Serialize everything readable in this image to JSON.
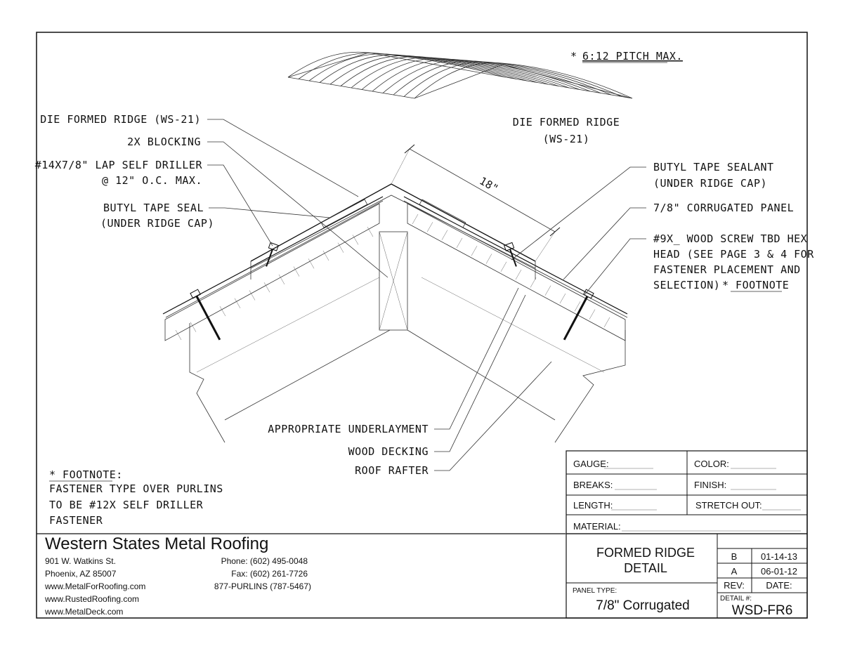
{
  "notes": {
    "pitch_note_star": "*",
    "pitch_note": "6:12 PITCH MAX.",
    "perspective_label_line1": "DIE FORMED RIDGE",
    "perspective_label_line2": "(WS-21)",
    "dimension": "18\""
  },
  "callouts_left": [
    {
      "text": "DIE FORMED RIDGE (WS-21)"
    },
    {
      "text": "2X BLOCKING"
    },
    {
      "text": "#14X7/8\" LAP SELF DRILLER"
    },
    {
      "text": "@ 12\" O.C. MAX."
    },
    {
      "text": "BUTYL TAPE SEAL"
    },
    {
      "text": "(UNDER RIDGE CAP)"
    }
  ],
  "callouts_right": [
    {
      "text": "BUTYL TAPE SEALANT"
    },
    {
      "text": "(UNDER RIDGE CAP)"
    },
    {
      "text": "7/8\" CORRUGATED PANEL"
    },
    {
      "text": "#9X_ WOOD SCREW TBD HEX"
    },
    {
      "text": "HEAD (SEE PAGE 3 & 4 FOR"
    },
    {
      "text": "FASTENER PLACEMENT AND"
    },
    {
      "text": "SELECTION)"
    },
    {
      "text": "* FOOTNOTE"
    }
  ],
  "callouts_bottom": [
    {
      "text": "APPROPRIATE UNDERLAYMENT"
    },
    {
      "text": "WOOD DECKING"
    },
    {
      "text": "ROOF RAFTER"
    }
  ],
  "footnote": {
    "title": "* FOOTNOTE:",
    "line1": "FASTENER TYPE OVER PURLINS",
    "line2": "TO BE #12X SELF DRILLER",
    "line3": "FASTENER"
  },
  "company": {
    "name": "Western States Metal Roofing",
    "address1": "901 W. Watkins St.",
    "address2": "Phoenix, AZ 85007",
    "web1": "www.MetalForRoofing.com",
    "web2": "www.RustedRoofing.com",
    "web3": "www.MetalDeck.com",
    "phone": "Phone: (602) 495-0048",
    "fax": "Fax: (602) 261-7726",
    "tollfree": "877-PURLINS (787-5467)"
  },
  "spec_table": {
    "gauge": "GAUGE:",
    "color": "COLOR:",
    "breaks": "BREAKS:",
    "finish": "FINISH:",
    "length": "LENGTH:",
    "stretch_out": "STRETCH OUT:",
    "material": "MATERIAL:"
  },
  "title_block": {
    "title_line1": "FORMED RIDGE",
    "title_line2": "DETAIL",
    "panel_type_label": "PANEL TYPE:",
    "panel_type": "7/8\" Corrugated",
    "detail_label": "DETAIL #:",
    "detail_number": "WSD-FR6",
    "revisions": [
      {
        "rev": "B",
        "date": "01-14-13"
      },
      {
        "rev": "A",
        "date": "06-01-12"
      }
    ],
    "rev_header": "REV:",
    "date_header": "DATE:"
  }
}
